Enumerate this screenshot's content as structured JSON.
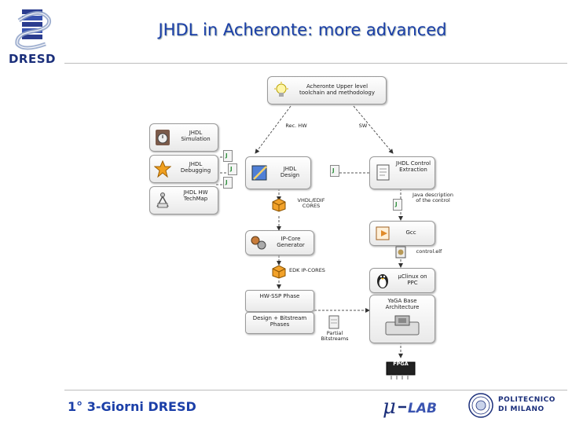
{
  "slide": {
    "title": "JHDL in Acheronte: more advanced",
    "footer": "1° 3-Giorni DRESD"
  },
  "logos": {
    "dresd": "DRESD",
    "mulab": "μ-LAB",
    "polimi_line1": "POLITECNICO",
    "polimi_line2": "DI MILANO"
  },
  "diagram": {
    "top_box": "Acheronte Upper level toolchain and methodology",
    "jhdl_simulation": "JHDL Simulation",
    "jhdl_debugging": "JHDL Debugging",
    "jhdl_hw_techmap": "JHDL HW TechMap",
    "jhdl_design": "JHDL Design",
    "jhdl_control": "JHDL Control Extraction",
    "rec_hw": "Rec. HW",
    "sw": "SW",
    "vhdl_edif": "VHDL/EDIF CORES",
    "java_desc": "Java description of the control",
    "ipcore_gen": "IP-Core Generator",
    "gcc": "Gcc",
    "control_elf": "control.elf",
    "edk_ipcores": "EDK IP-CORES",
    "uclinux": "μClinux on PPC",
    "hwssp": "HW-SSP Phase",
    "design_bitstream": "Design + Bitstream Phases",
    "partial_bitstreams": "Partial Bitstreams",
    "arch": "YaGA Base Architecture",
    "fpga": "FPGA"
  },
  "colors": {
    "title": "#1b3fa8",
    "footer": "#1b3fa8",
    "box_border": "#9a9a9a"
  }
}
